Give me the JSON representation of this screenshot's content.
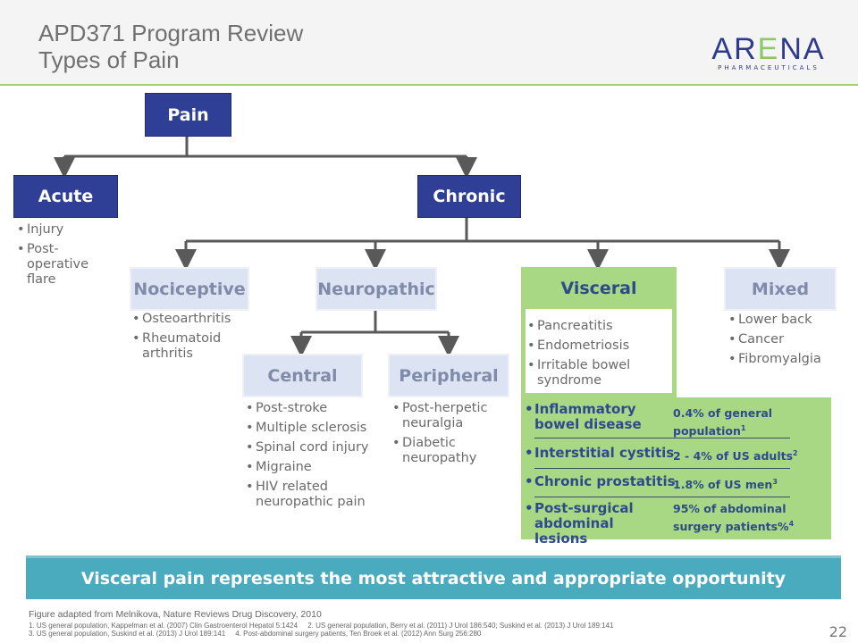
{
  "header": {
    "title_line1": "APD371 Program Review",
    "title_line2": "Types of Pain",
    "logo_main": "ARENA",
    "logo_sub": "PHARMACEUTICALS"
  },
  "tree": {
    "root": "Pain",
    "acute": {
      "label": "Acute",
      "items": [
        "Injury",
        "Post-operative flare"
      ]
    },
    "chronic": "Chronic",
    "nociceptive": {
      "label": "Nociceptive",
      "items": [
        "Osteoarthritis",
        "Rheumatoid arthritis"
      ]
    },
    "neuropathic": "Neuropathic",
    "central": {
      "label": "Central",
      "items": [
        "Post-stroke",
        "Multiple sclerosis",
        "Spinal cord injury",
        "Migraine",
        "HIV related neuropathic pain"
      ]
    },
    "peripheral": {
      "label": "Peripheral",
      "items": [
        "Post-herpetic neuralgia",
        "Diabetic neuropathy"
      ]
    },
    "visceral": {
      "label": "Visceral",
      "items": [
        "Pancreatitis",
        "Endometriosis",
        "Irritable bowel syndrome"
      ]
    },
    "mixed": {
      "label": "Mixed",
      "items": [
        "Lower back",
        "Cancer",
        "Fibromyalgia"
      ]
    }
  },
  "visceral_table": [
    {
      "name": "Inflammatory bowel disease",
      "value": "0.4% of general population",
      "ref": "1"
    },
    {
      "name": "Interstitial cystitis",
      "value": "2 - 4% of US adults",
      "ref": "2"
    },
    {
      "name": "Chronic prostatitis",
      "value": "1.8% of US men",
      "ref": "3"
    },
    {
      "name": "Post-surgical abdominal lesions",
      "value": "95% of abdominal surgery patients%",
      "ref": "4"
    }
  ],
  "banner": "Visceral pain represents the most attractive and appropriate opportunity",
  "footer": {
    "source": "Figure adapted from Melnikova, Nature Reviews Drug Discovery, 2010",
    "ref_line1": "1. US general population, Kappelman et al. (2007) Clin Gastroenterol Hepatol 5:1424     2. US general population, Berry et al. (2011) J Urol 186:540; Suskind et al. (2013) J Urol 189:141",
    "ref_line2": "3. US general population, Suskind et al. (2013) J Urol 189:141     4. Post-abdominal surgery patients, Ten Broek et al. (2012) Ann Surg 256:280",
    "page": "22"
  },
  "colors": {
    "dark_box": "#2e3f95",
    "light_box": "#dce3f2",
    "visceral_green": "#a9d884",
    "banner": "#4aaabe"
  }
}
